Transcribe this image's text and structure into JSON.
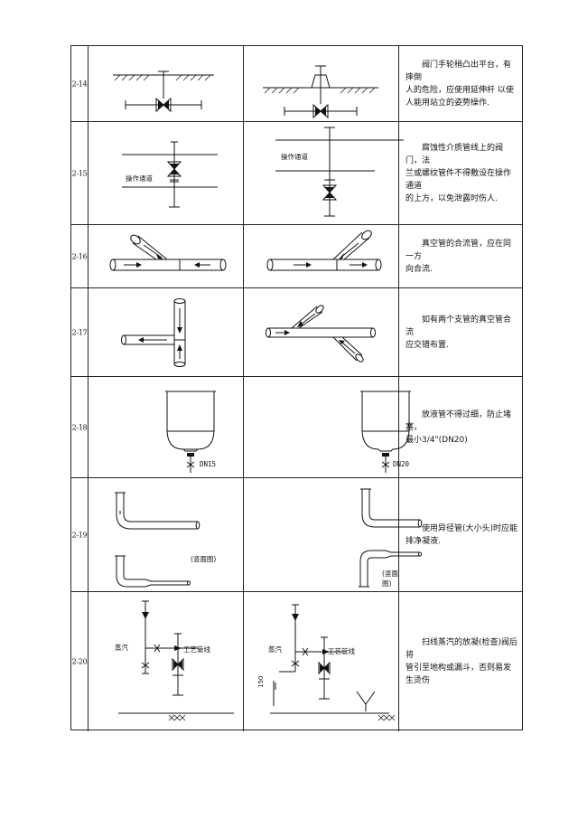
{
  "rows": [
    {
      "id": "2-14",
      "note": "阀门手轮稍凸出平台，有摔倒\n人的危险，应使用延伸杆 以使\n人能用站立的姿势操作."
    },
    {
      "id": "2-15",
      "label": "操作通道",
      "note": "腐蚀性介质管线上的阀门，法\n兰或螺纹管件不得敷设在操作通道\n的上方，以免泄露时伤人."
    },
    {
      "id": "2-16",
      "note": "真空管的合流管，应在同一方\n向合流."
    },
    {
      "id": "2-17",
      "note": "如有两个支管的真空管合流\n应交错布置."
    },
    {
      "id": "2-18",
      "dn_wrong": "DN15",
      "dn_right": "DN20",
      "note": "放液管不得过细，防止堵塞，\n最小3/4\"(DN20)"
    },
    {
      "id": "2-19",
      "label": "(竖面图)",
      "note": "使用异径管(大小头)时应能\n排净凝液."
    },
    {
      "id": "2-20",
      "steam": "蒸汽",
      "process": "工艺管线",
      "dim": "150",
      "note": "扫线蒸汽的放凝(检查)阀后将\n管引至地构或漏斗，否则易发生烫伤"
    }
  ]
}
